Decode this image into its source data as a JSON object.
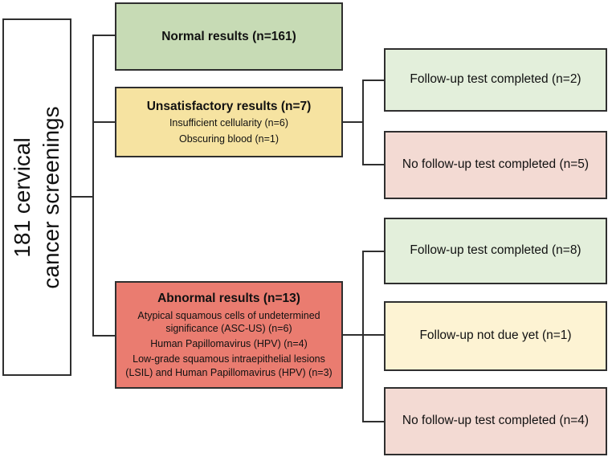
{
  "diagram": {
    "root": {
      "title": "181 cervical cancer screenings",
      "line1": "181 cervical",
      "line2": "cancer screenings"
    },
    "normal": {
      "title": "Normal results (n=161)"
    },
    "unsatisfactory": {
      "title": "Unsatisfactory results (n=7)",
      "items": [
        "Insufficient cellularity (n=6)",
        "Obscuring blood (n=1)"
      ]
    },
    "abnormal": {
      "title": "Abnormal results (n=13)",
      "items": [
        "Atypical squamous cells of undetermined significance (ASC-US) (n=6)",
        "Human Papillomavirus (HPV) (n=4)",
        "Low-grade squamous intraepithelial lesions (LSIL) and Human Papillomavirus (HPV) (n=3)"
      ]
    },
    "followups_unsatisfactory": [
      {
        "label": "Follow-up test completed (n=2)",
        "status": "completed"
      },
      {
        "label": "No follow-up test completed (n=5)",
        "status": "missed"
      }
    ],
    "followups_abnormal": [
      {
        "label": "Follow-up test completed (n=8)",
        "status": "completed"
      },
      {
        "label": "Follow-up not due yet (n=1)",
        "status": "pending"
      },
      {
        "label": "No follow-up test completed (n=4)",
        "status": "missed"
      }
    ],
    "colors": {
      "line": "#2f2f2f",
      "green-mid": "#c7dbb5",
      "green-light": "#e3efdb",
      "gold-mid": "#f6e3a1",
      "gold-light": "#fdf3d3",
      "red-mid": "#ea7c70",
      "red-light": "#f3dad3"
    }
  }
}
